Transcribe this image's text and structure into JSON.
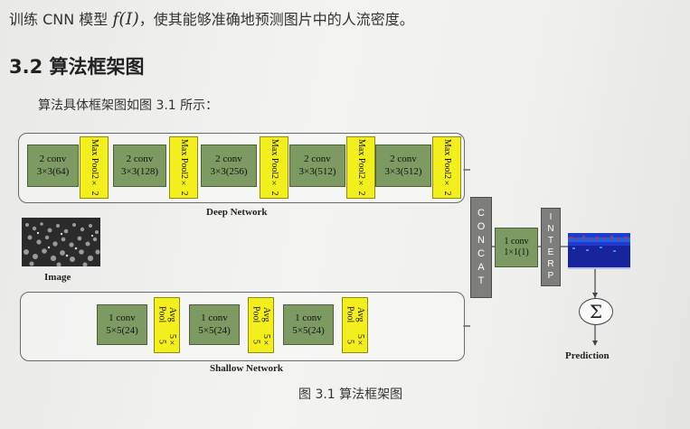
{
  "intro": {
    "before": "训练 CNN 模型",
    "formula": "f(I)",
    "after": "，使其能够准确地预测图片中的人流密度。"
  },
  "section": {
    "heading": "3.2 算法框架图",
    "description": "算法具体框架图如图 3.1 所示："
  },
  "figure": {
    "caption": "图 3.1   算法框架图",
    "deep_network": {
      "label": "Deep Network",
      "blocks": [
        {
          "l1": "2 conv",
          "l2": "3×3(64)"
        },
        {
          "l1": "2 conv",
          "l2": "3×3(128)"
        },
        {
          "l1": "2 conv",
          "l2": "3×3(256)"
        },
        {
          "l1": "2 conv",
          "l2": "3×3(512)"
        },
        {
          "l1": "2 conv",
          "l2": "3×3(512)"
        }
      ],
      "pool": {
        "l1": "Max Pool",
        "l2": "2× 2"
      }
    },
    "shallow_network": {
      "label": "Shallow Network",
      "blocks": [
        {
          "l1": "1 conv",
          "l2": "5×5(24)"
        },
        {
          "l1": "1 conv",
          "l2": "5×5(24)"
        },
        {
          "l1": "1 conv",
          "l2": "5×5(24)"
        }
      ],
      "pool": {
        "l1": "Avg Pool",
        "l2": "5× 5"
      }
    },
    "image_label": "Image",
    "concat_letters": [
      "C",
      "O",
      "N",
      "C",
      "A",
      "T"
    ],
    "interp_letters": [
      "I",
      "N",
      "T",
      "E",
      "R",
      "P"
    ],
    "merge_conv": {
      "l1": "1 conv",
      "l2": "1×1(1)"
    },
    "sum_symbol": "Σ",
    "prediction_label": "Prediction",
    "colors": {
      "conv": "#7d9a62",
      "pool": "#f2ef1c",
      "concat": "#7d7d7b",
      "density_map": "#1a2a9a"
    }
  }
}
